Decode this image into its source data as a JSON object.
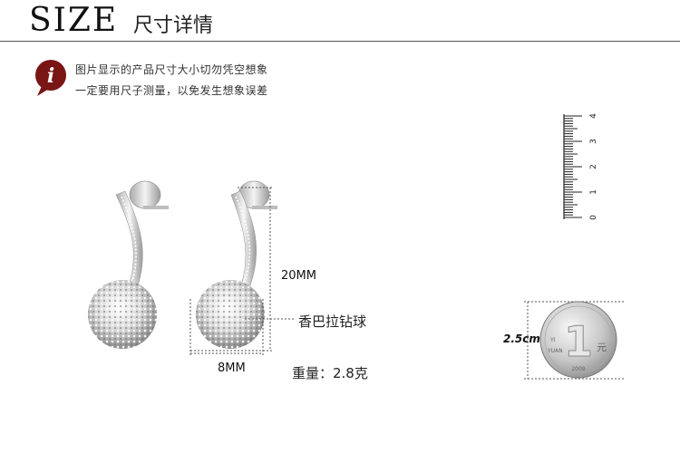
{
  "header": {
    "title": "SIZE",
    "subtitle": "尺寸详情"
  },
  "notice": {
    "icon_letter": "i",
    "line1": "图片显示的产品尺寸大小切勿凭空想象",
    "line2": "一定要用尺子测量，以免发生想象误差"
  },
  "product": {
    "height_dim": "20MM",
    "width_dim": "8MM",
    "name": "香巴拉钻球",
    "weight": "重量：2.8克"
  },
  "ruler": {
    "numbers": [
      "0",
      "1",
      "2",
      "3",
      "4"
    ]
  },
  "coin": {
    "size_label": "2.5cm",
    "numeral": "1",
    "unit": "元",
    "side_left": "YI",
    "side_right": "YUAN",
    "year": "2009"
  },
  "colors": {
    "notice_icon": "#7a1515",
    "dimension_line": "#555555",
    "silver": "#c9c9c9"
  }
}
